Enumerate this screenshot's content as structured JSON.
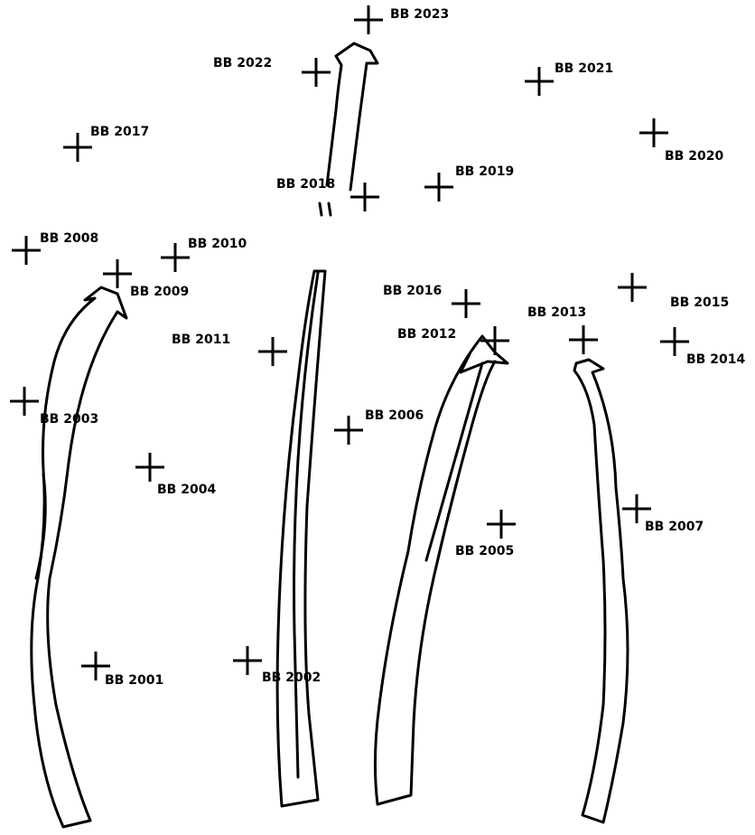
{
  "markers": [
    {
      "id": "m2023",
      "label": "BB 2023"
    },
    {
      "id": "m2022",
      "label": "BB 2022"
    },
    {
      "id": "m2021",
      "label": "BB 2021"
    },
    {
      "id": "m2017",
      "label": "BB 2017"
    },
    {
      "id": "m2020",
      "label": "BB 2020"
    },
    {
      "id": "m2018",
      "label": "BB 2018"
    },
    {
      "id": "m2019",
      "label": "BB 2019"
    },
    {
      "id": "m2008",
      "label": "BB 2008"
    },
    {
      "id": "m2010",
      "label": "BB 2010"
    },
    {
      "id": "m2009",
      "label": "BB 2009"
    },
    {
      "id": "m2016",
      "label": "BB 2016"
    },
    {
      "id": "m2015",
      "label": "BB 2015"
    },
    {
      "id": "m2013",
      "label": "BB 2013"
    },
    {
      "id": "m2011",
      "label": "BB 2011"
    },
    {
      "id": "m2012",
      "label": "BB 2012"
    },
    {
      "id": "m2014",
      "label": "BB 2014"
    },
    {
      "id": "m2003",
      "label": "BB 2003"
    },
    {
      "id": "m2006",
      "label": "BB 2006"
    },
    {
      "id": "m2004",
      "label": "BB 2004"
    },
    {
      "id": "m2005",
      "label": "BB 2005"
    },
    {
      "id": "m2007",
      "label": "BB 2007"
    },
    {
      "id": "m2001",
      "label": "BB 2001"
    },
    {
      "id": "m2002",
      "label": "BB 2002"
    }
  ]
}
